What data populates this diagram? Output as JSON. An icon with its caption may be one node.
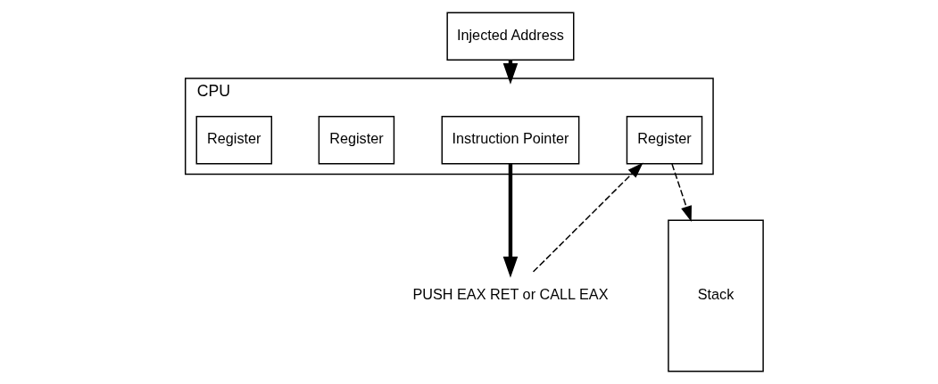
{
  "diagram": {
    "nodes": [
      {
        "text": [
          "CPU"
        ]
      },
      {
        "text": [
          "Instruction Pointer"
        ],
        "in": 0
      },
      {
        "text": [
          "Register"
        ],
        "in": 0
      },
      {
        "text": [
          "Register"
        ],
        "in": 0
      },
      {
        "text": [
          "Register"
        ],
        "in": 0
      },
      {
        "text": [
          "Stack"
        ]
      },
      {
        "text": [
          "Injected Address"
        ]
      },
      {
        "text": [
          "PUSH EAX RET or CALL EAX"
        ]
      }
    ],
    "edges": [
      {
        "from": 1,
        "to": 7,
        "arrow": "to",
        "style": "thick"
      },
      {
        "from": 7,
        "to": 2,
        "arrow": "to",
        "style": "dashed"
      },
      {
        "from": 2,
        "to": 5,
        "arrow": "to",
        "style": "dashed"
      },
      {
        "from": 6,
        "to": 0,
        "arrow": "to",
        "style": "thick"
      }
    ]
  }
}
